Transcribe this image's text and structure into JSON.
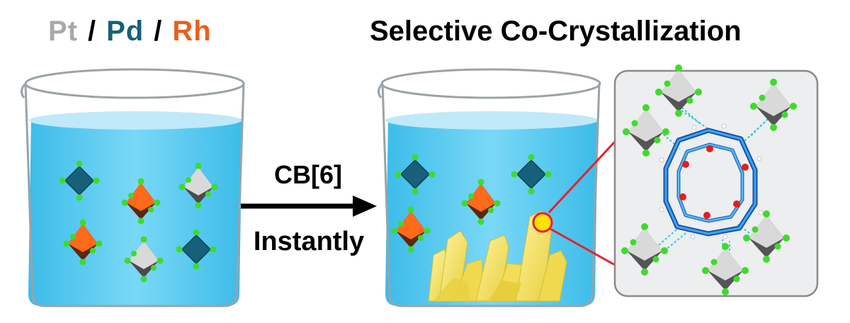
{
  "header": {
    "metals": [
      {
        "symbol": "Pt",
        "color": "#a9a9a9"
      },
      {
        "symbol": "Pd",
        "color": "#17607a"
      },
      {
        "symbol": "Rh",
        "color": "#e8601c"
      }
    ],
    "separator": "/",
    "right_title": "Selective Co-Crystallization"
  },
  "reaction": {
    "reagent": "CB[6]",
    "condition": "Instantly"
  },
  "colors": {
    "liquid_top": "#bfe9f8",
    "liquid": "#4dc6ef",
    "pd_complex": "#17607a",
    "rh_complex": "#e8601c",
    "pt_complex": "#a9a9a9",
    "ligand": "#3ddc2a",
    "crystal": "#f7e46a",
    "zoom_line": "#e8202a"
  },
  "icons": [
    "beaker-icon",
    "arrow-icon",
    "octahedral-complex-icon",
    "crystal-icon",
    "cucurbituril-ring-icon"
  ]
}
